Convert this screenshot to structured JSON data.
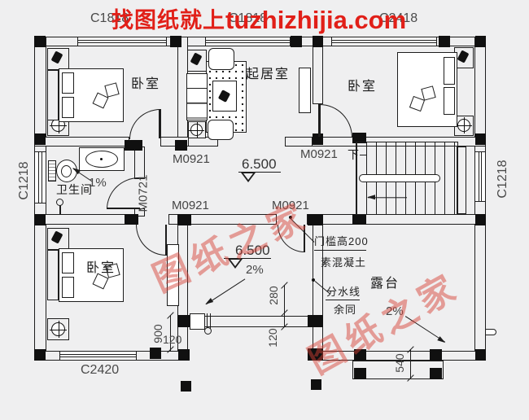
{
  "colors": {
    "background": "#efeff0",
    "line": "#1d1d1d",
    "label": "#4a4a4a",
    "watermark_red": "#e11f18",
    "watermark_diagonal": "#d53e35"
  },
  "watermark": {
    "slogan": "找图纸就上",
    "site": "tuzhizhijia.com",
    "diagonal": "图纸之家"
  },
  "windows": {
    "top_left": "C1818",
    "top_mid": "C1818",
    "top_right": "C2418",
    "left": "C1218",
    "right": "C1218",
    "bottom": "C2420"
  },
  "doors": {
    "bedroom_tl": "M0921",
    "bedroom_tr": "M0921",
    "bedroom_bl": "M0921",
    "terrace": "M0921",
    "bathroom": "M0721"
  },
  "rooms": {
    "bedroom_tl": "卧室",
    "bedroom_tr": "卧室",
    "bedroom_bl": "卧室",
    "living": "起居室",
    "bathroom": "卫生间",
    "terrace": "露台"
  },
  "levels": {
    "hall": "6.500",
    "courtyard": "6.500"
  },
  "slopes": {
    "bathroom": "1%",
    "courtyard": "2%",
    "terrace": "2%"
  },
  "dimensions": {
    "d900": "900",
    "d120_left": "120",
    "d280": "280",
    "d120_right": "120",
    "d540": "540"
  },
  "notes": {
    "door_sill": "门槛高200",
    "concrete": "素混凝土",
    "water_divide": "分水线",
    "rest_same": "余同",
    "stairs_down": "下"
  }
}
